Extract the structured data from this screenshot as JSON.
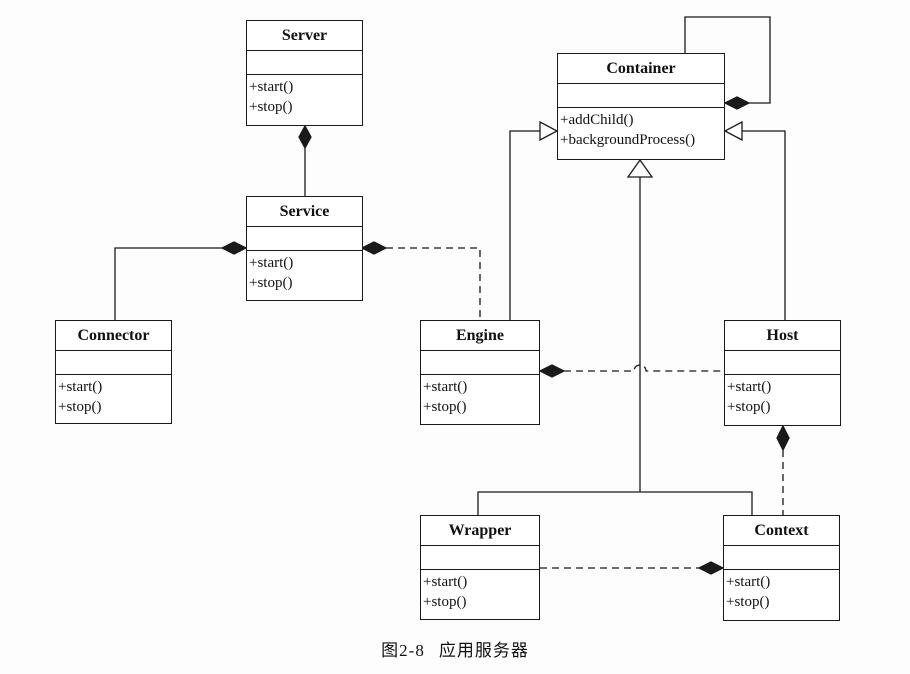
{
  "classes": {
    "server": {
      "name": "Server",
      "ops": [
        "+start()",
        "+stop()"
      ]
    },
    "service": {
      "name": "Service",
      "ops": [
        "+start()",
        "+stop()"
      ]
    },
    "connector": {
      "name": "Connector",
      "ops": [
        "+start()",
        "+stop()"
      ]
    },
    "engine": {
      "name": "Engine",
      "ops": [
        "+start()",
        "+stop()"
      ]
    },
    "host": {
      "name": "Host",
      "ops": [
        "+start()",
        "+stop()"
      ]
    },
    "wrapper": {
      "name": "Wrapper",
      "ops": [
        "+start()",
        "+stop()"
      ]
    },
    "context": {
      "name": "Context",
      "ops": [
        "+start()",
        "+stop()"
      ]
    },
    "container": {
      "name": "Container",
      "ops": [
        "+addChild()",
        "+backgroundProcess()"
      ]
    }
  },
  "caption": {
    "figure": "图2-8",
    "title": "应用服务器"
  }
}
